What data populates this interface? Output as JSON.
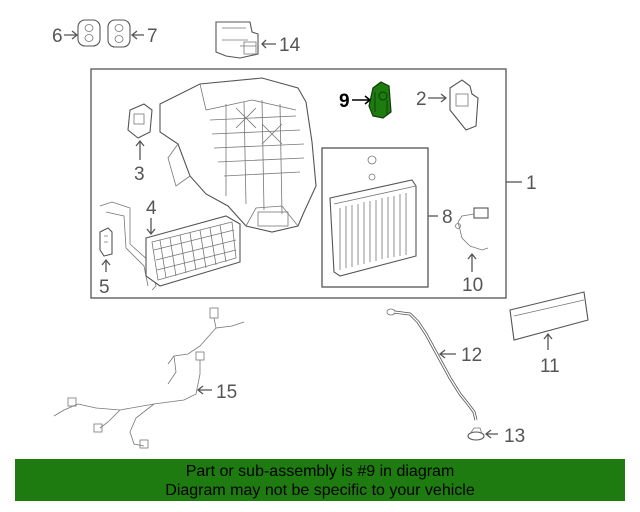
{
  "diagram": {
    "callouts": [
      "1",
      "2",
      "3",
      "4",
      "5",
      "6",
      "7",
      "8",
      "9",
      "10",
      "11",
      "12",
      "13",
      "14",
      "15"
    ],
    "highlighted_callout": "9",
    "highlight_color": "#1e7b10"
  },
  "banner": {
    "line1": "Part or sub-assembly is #9 in diagram",
    "line2": "Diagram may not be specific to your vehicle",
    "background": "#1e7b10"
  }
}
